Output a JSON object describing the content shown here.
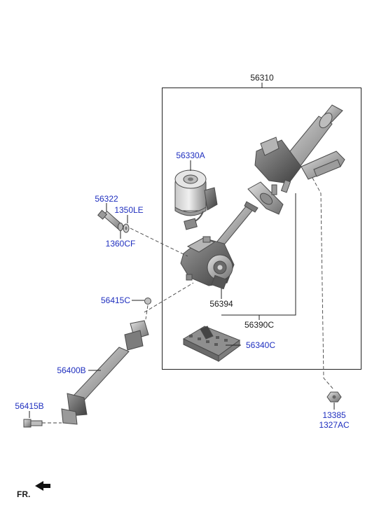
{
  "diagram": {
    "labels": {
      "l56310": "56310",
      "l56330A": "56330A",
      "l56322": "56322",
      "l1350LE": "1350LE",
      "l1360CF": "1360CF",
      "l56415C": "56415C",
      "l56394": "56394",
      "l56390C": "56390C",
      "l56340C": "56340C",
      "l56400B": "56400B",
      "l56415B": "56415B",
      "l13385": "13385",
      "l1327AC": "1327AC",
      "front": "FR."
    },
    "colors": {
      "blue_label": "#1f2fbf",
      "black_label": "#1a1a1a",
      "part_gray": "#8c8c8c"
    },
    "icons": {
      "front_arrow": "arrow-left-icon"
    }
  }
}
